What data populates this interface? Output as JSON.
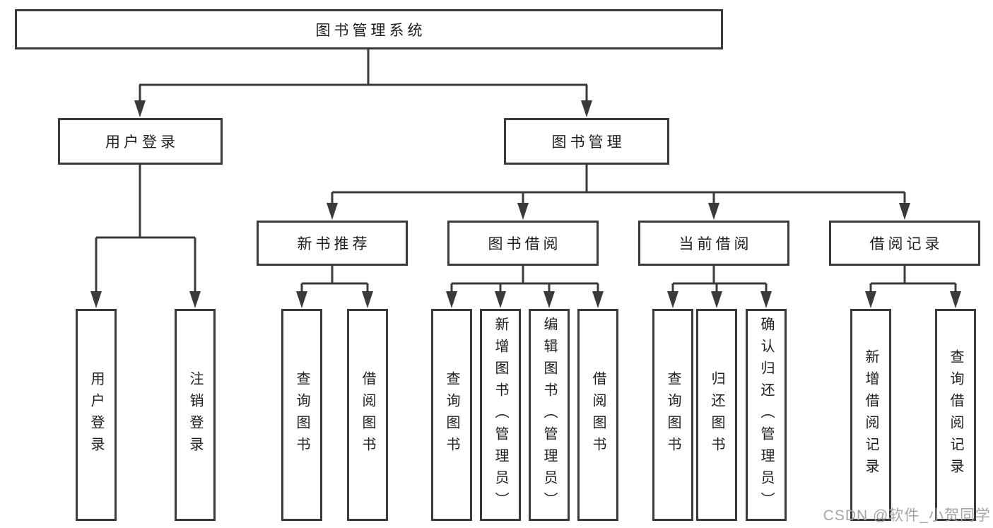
{
  "diagram": {
    "root": {
      "label": "图书管理系统"
    },
    "level2": [
      {
        "id": "user-login",
        "label": "用户登录"
      },
      {
        "id": "book-management",
        "label": "图书管理"
      }
    ],
    "level3": [
      {
        "id": "new-book-recommend",
        "label": "新书推荐"
      },
      {
        "id": "book-borrow",
        "label": "图书借阅"
      },
      {
        "id": "current-borrow",
        "label": "当前借阅"
      },
      {
        "id": "borrow-record",
        "label": "借阅记录"
      }
    ],
    "leaves": [
      {
        "group": "user-login",
        "label": "用户登录"
      },
      {
        "group": "user-login",
        "label": "注销登录"
      },
      {
        "group": "new-book-recommend",
        "label": "查询图书"
      },
      {
        "group": "new-book-recommend",
        "label": "借阅图书"
      },
      {
        "group": "book-borrow",
        "label": "查询图书"
      },
      {
        "group": "book-borrow",
        "label": "新增图书（管理员）"
      },
      {
        "group": "book-borrow",
        "label": "编辑图书（管理员）"
      },
      {
        "group": "book-borrow",
        "label": "借阅图书"
      },
      {
        "group": "current-borrow",
        "label": "查询图书"
      },
      {
        "group": "current-borrow",
        "label": "归还图书"
      },
      {
        "group": "current-borrow",
        "label": "确认归还（管理员）"
      },
      {
        "group": "borrow-record",
        "label": "新增借阅记录"
      },
      {
        "group": "borrow-record",
        "label": "查询借阅记录"
      }
    ]
  },
  "watermark": {
    "text": "CSDN @软件_小贺同学"
  },
  "colors": {
    "line": "#3a3a3a",
    "text": "#1d1d1d",
    "watermark": "#a5a5a5",
    "background": "#ffffff"
  }
}
